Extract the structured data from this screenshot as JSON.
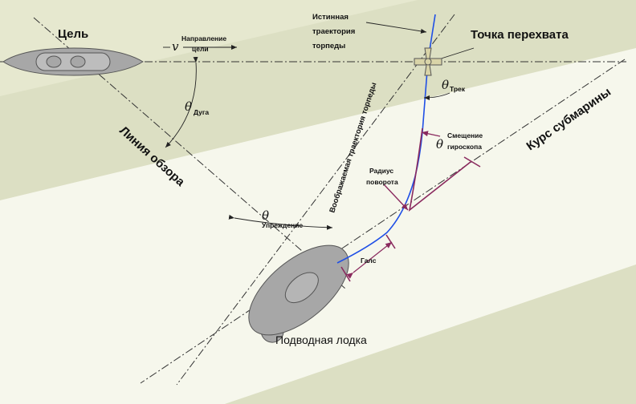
{
  "labels": {
    "target": "Цель",
    "velocity_symbol": "v",
    "target_direction_line1": "Направление",
    "target_direction_line2": "цели",
    "true_track_line1": "Истинная",
    "true_track_line2": "траектория",
    "true_track_line3": "торпеды",
    "intercept_point": "Точка перехвата",
    "theta": "θ",
    "track_sub": "Трек",
    "arc_sub": "Дуга",
    "line_of_sight": "Линия обзора",
    "imagined_track": "Воображаемая траектория торпеды",
    "gyro_offset_line1": "Смещение",
    "gyro_offset_line2": "гироскопа",
    "turn_radius_line1": "Радиус",
    "turn_radius_line2": "поворота",
    "sub_course": "Курс субмарины",
    "lead": "Упреждение",
    "reach": "Галс",
    "submarine": "Подводная лодка"
  },
  "colors": {
    "background_light": "#ecedd9",
    "background_band": "#f6f7ec",
    "background_dark": "#dcdfc3",
    "vessel_fill": "#a7a7a7",
    "vessel_stroke": "#555555",
    "torpedo_blue": "#1f4fe6",
    "offset_purple": "#8a2a5e",
    "crosshair_fill": "#d9d4a8"
  }
}
